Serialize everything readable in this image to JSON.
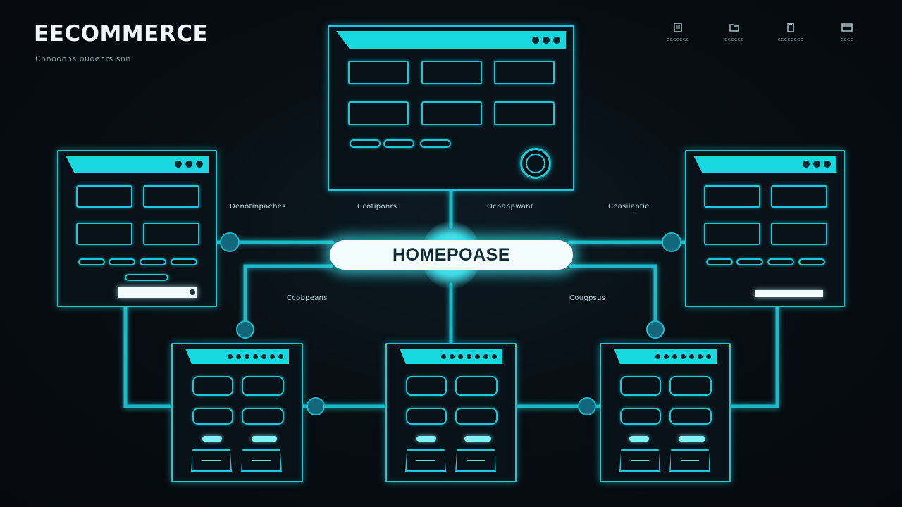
{
  "brand": {
    "title": "EECOMMERCE",
    "subtitle": "Cnnoonns ouoenrs snn"
  },
  "nav": [
    {
      "label": "eeeeeee",
      "icon": "document-icon"
    },
    {
      "label": "eeeeee",
      "icon": "folder-icon"
    },
    {
      "label": "eeeeeeee",
      "icon": "clipboard-icon"
    },
    {
      "label": "eeee",
      "icon": "window-icon"
    }
  ],
  "hub": {
    "label": "HOMEPOASE"
  },
  "connector_labels": [
    "Denotinpaebes",
    "Ccotiponrs",
    "Ocnanpwant",
    "Ceasilaptie",
    "Ccobpeans",
    "Cougpsus"
  ],
  "colors": {
    "accent": "#1fc7d6",
    "hub_fill": "#f3fdfe",
    "background": "#070d12"
  }
}
